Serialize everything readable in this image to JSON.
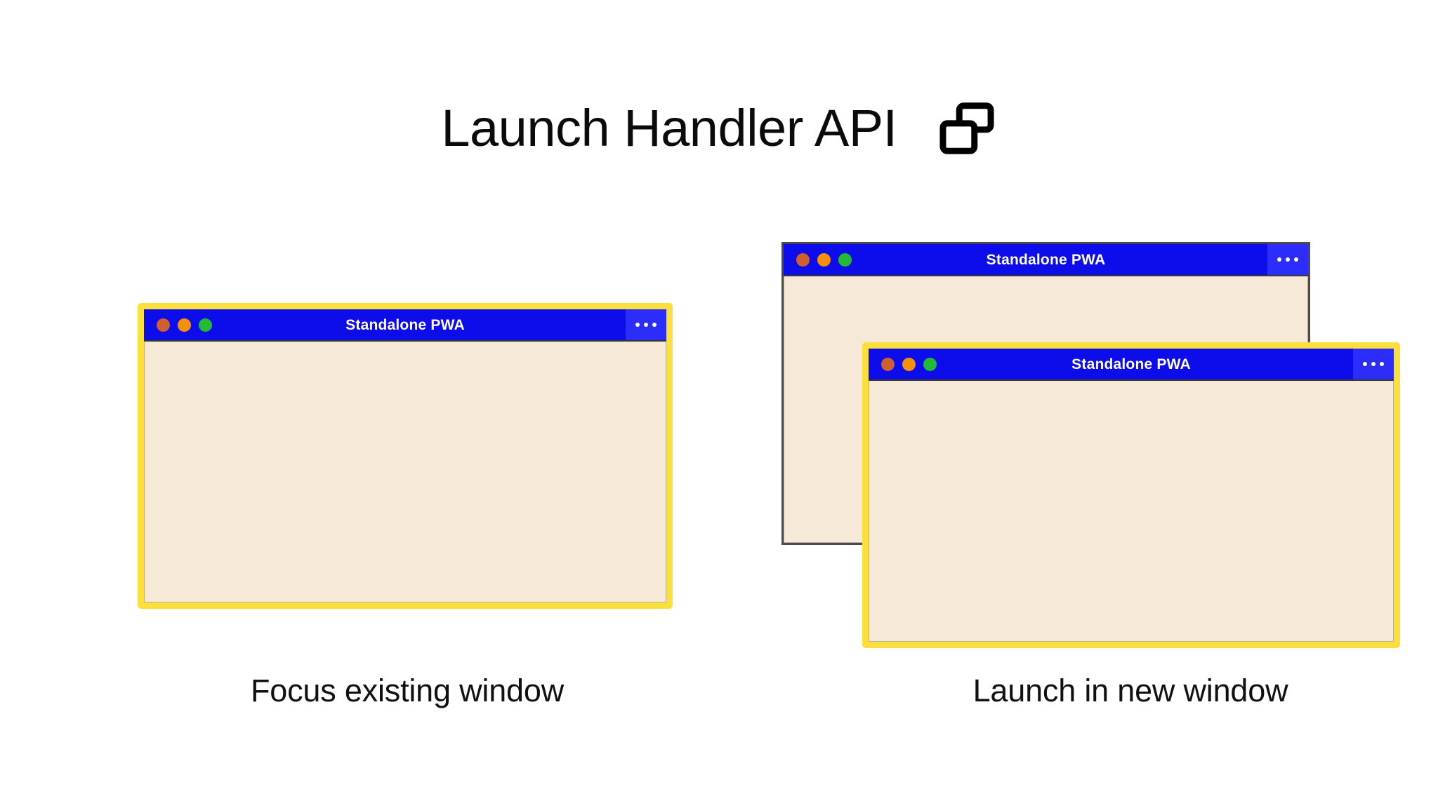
{
  "header": {
    "title": "Launch Handler API",
    "icon": "multi-window-icon"
  },
  "colors": {
    "page_background": "#ffffff",
    "title_bar_blue": "#0d0deb",
    "menu_panel_blue": "#2d2dfb",
    "window_body_cream": "#f7e9d8",
    "highlight_yellow": "#fbe03c",
    "plain_border_gray": "#4a4a4a",
    "dot_close": "#cf5f2e",
    "dot_minimize": "#f79009",
    "dot_maximize": "#22bb33",
    "text_dark": "#111111",
    "title_bar_text": "#ffffff"
  },
  "panels": [
    {
      "id": "focus-existing",
      "caption": "Focus existing window",
      "windows": [
        {
          "id": "focus-existing-window",
          "title": "Standalone PWA",
          "highlighted": true,
          "menu_label": "more-options"
        }
      ]
    },
    {
      "id": "launch-new",
      "caption": "Launch in new window",
      "windows": [
        {
          "id": "background-window",
          "title": "Standalone PWA",
          "highlighted": false,
          "menu_label": "more-options"
        },
        {
          "id": "foreground-window",
          "title": "Standalone PWA",
          "highlighted": true,
          "menu_label": "more-options"
        }
      ]
    }
  ],
  "window_controls": {
    "close": "close-button",
    "minimize": "minimize-button",
    "maximize": "maximize-button"
  }
}
